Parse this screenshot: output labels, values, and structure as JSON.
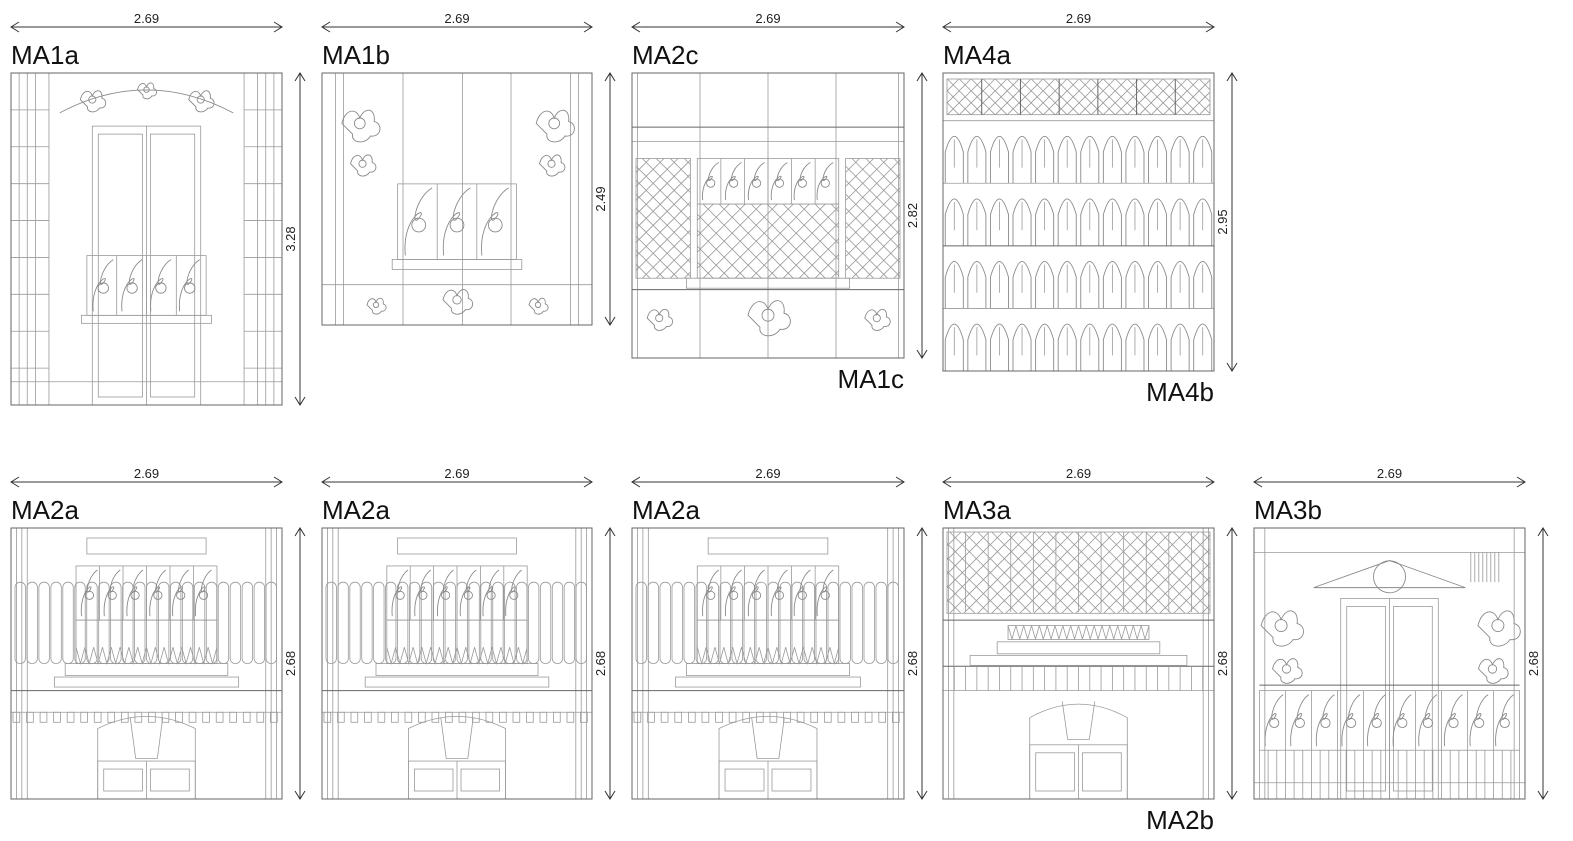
{
  "sheet": {
    "line_color": "#666666",
    "detail_color": "#9a9a9a"
  },
  "panels": [
    {
      "id": "MA1a",
      "label": "MA1a",
      "width_dim": "2.69",
      "height_dim": "3.28",
      "kind": "door-tall"
    },
    {
      "id": "MA1b",
      "label": "MA1b",
      "width_dim": "2.69",
      "height_dim": "2.49",
      "kind": "balcony-small"
    },
    {
      "id": "MA2c",
      "label": "MA2c",
      "width_dim": "2.69",
      "height_dim": "2.82",
      "kind": "lattice-balcony",
      "sub_label": "MA1c"
    },
    {
      "id": "MA4a",
      "label": "MA4a",
      "width_dim": "2.69",
      "height_dim": "2.95",
      "kind": "pattern",
      "sub_label": "MA4b"
    },
    {
      "id": "MA2a-1",
      "label": "MA2a",
      "width_dim": "2.69",
      "height_dim": "2.68",
      "kind": "balcony-door"
    },
    {
      "id": "MA2a-2",
      "label": "MA2a",
      "width_dim": "2.69",
      "height_dim": "2.68",
      "kind": "balcony-door"
    },
    {
      "id": "MA2a-3",
      "label": "MA2a",
      "width_dim": "2.69",
      "height_dim": "2.68",
      "kind": "balcony-door"
    },
    {
      "id": "MA3a",
      "label": "MA3a",
      "width_dim": "2.69",
      "height_dim": "2.68",
      "kind": "lattice-door",
      "sub_label": "MA2b"
    },
    {
      "id": "MA3b",
      "label": "MA3b",
      "width_dim": "2.69",
      "height_dim": "2.68",
      "kind": "ornate-door"
    }
  ]
}
